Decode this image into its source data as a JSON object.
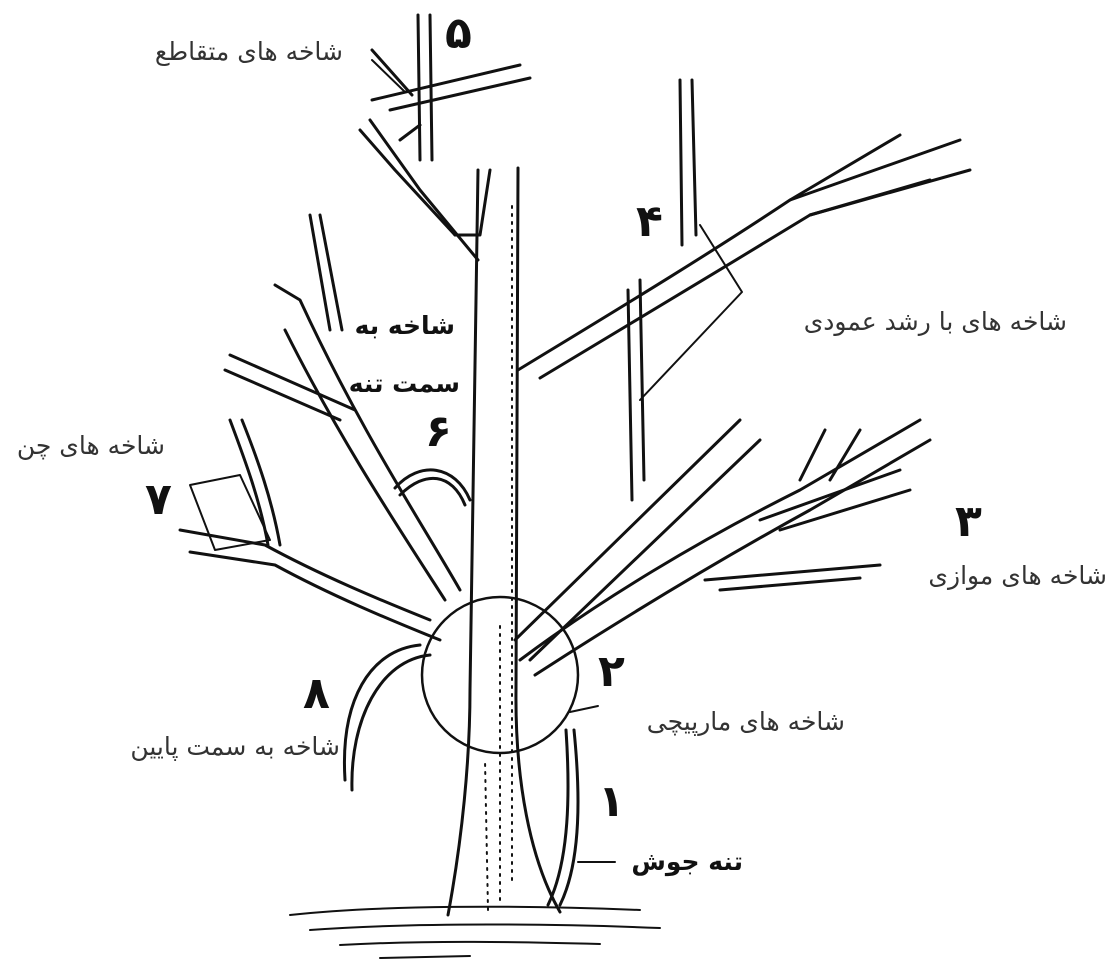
{
  "labels": {
    "crossing": "شاخه های متقاطع",
    "vertical": "شاخه های با رشد عمودی",
    "inward_line1": "شاخه به",
    "inward_line2": "سمت تنه",
    "multiple": "شاخه های چن",
    "parallel": "شاخه های موازی",
    "spiral": "شاخه های مارپیچی",
    "downward": "شاخه به سمت پایین",
    "sucker": "تنه جوش"
  },
  "numbers": {
    "n1": "۱",
    "n2": "۲",
    "n3": "۳",
    "n4": "۴",
    "n5": "۵",
    "n6": "۶",
    "n7": "۷",
    "n8": "۸"
  },
  "colors": {
    "ink": "#111111",
    "label": "#333333",
    "background": "#ffffff"
  }
}
